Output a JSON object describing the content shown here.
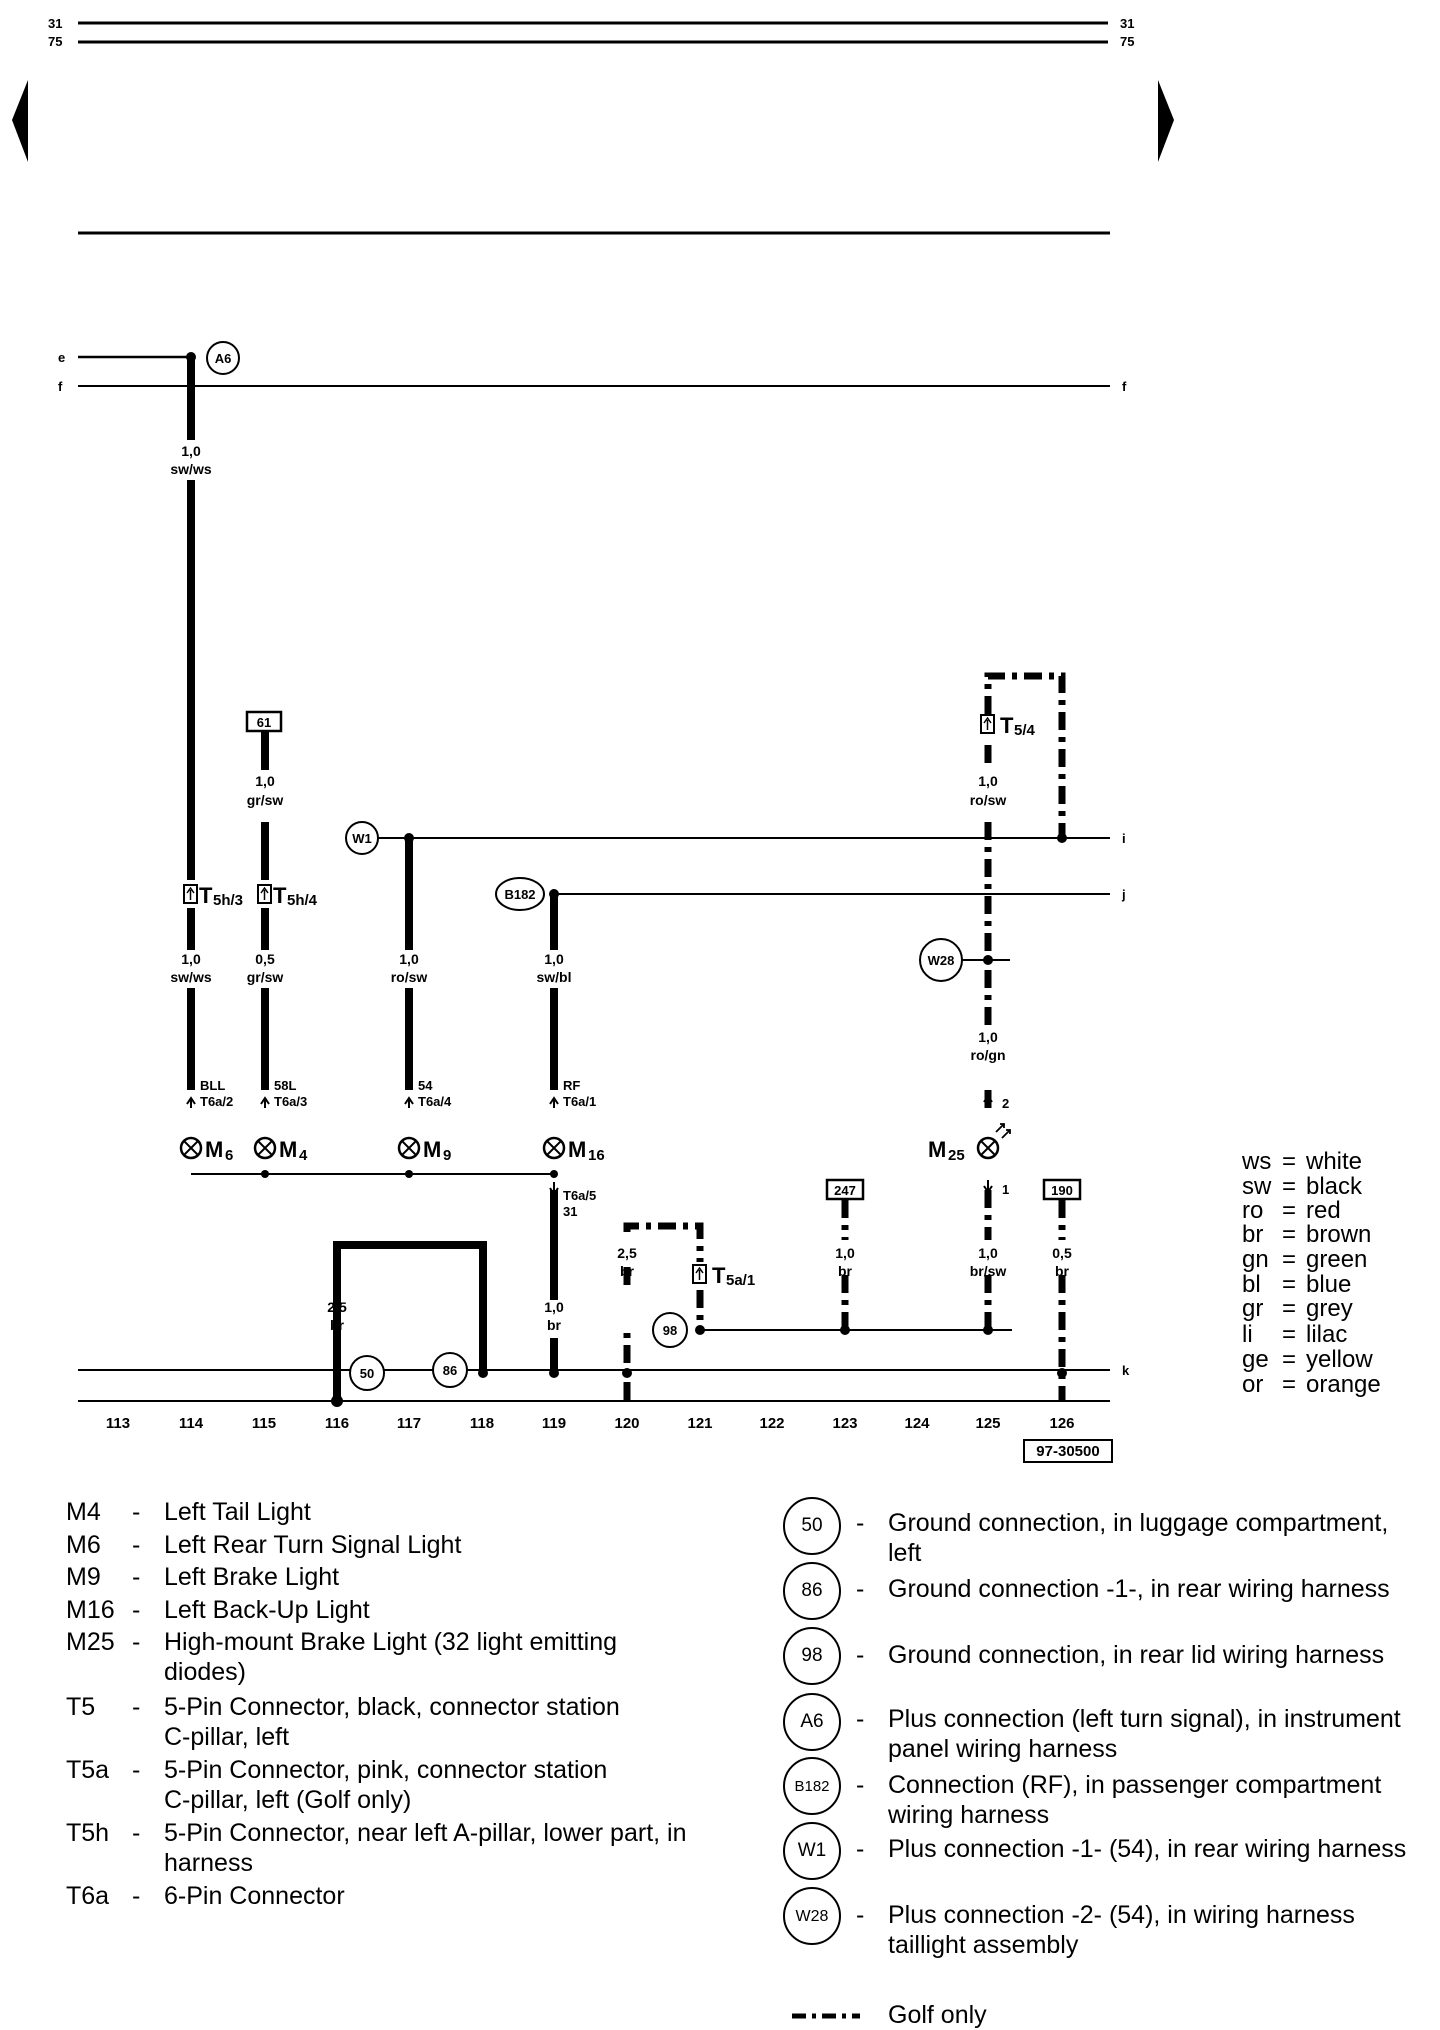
{
  "top_bar": {
    "left_31": "31",
    "left_75": "75",
    "right_31": "31",
    "right_75": "75"
  },
  "buses": {
    "e": "e",
    "f_left": "f",
    "f_right": "f",
    "i": "i",
    "j": "j",
    "k": "k"
  },
  "wires": {
    "w114_top": {
      "size": "1,0",
      "color": "sw/ws"
    },
    "w114": {
      "size": "1,0",
      "color": "sw/ws"
    },
    "w115_top": {
      "size": "1,0",
      "color": "gr/sw"
    },
    "w115": {
      "size": "0,5",
      "color": "gr/sw"
    },
    "w117": {
      "size": "1,0",
      "color": "ro/sw"
    },
    "w119": {
      "size": "1,0",
      "color": "sw/bl"
    },
    "w125_top": {
      "size": "1,0",
      "color": "ro/sw"
    },
    "w125_mid": {
      "size": "1,0",
      "color": "ro/gn"
    },
    "w116": {
      "size": "2,5",
      "color": "br"
    },
    "w119_low": {
      "size": "1,0",
      "color": "br"
    },
    "w120": {
      "size": "2,5",
      "color": "br"
    },
    "w123": {
      "size": "1,0",
      "color": "br"
    },
    "w125_low": {
      "size": "1,0",
      "color": "br/sw"
    },
    "w126": {
      "size": "0,5",
      "color": "br"
    }
  },
  "connectors": {
    "t5h3": {
      "main": "T",
      "sub": "5h/3"
    },
    "t5h4": {
      "main": "T",
      "sub": "5h/4"
    },
    "t54": {
      "main": "T",
      "sub": "5/4"
    },
    "t5a1": {
      "main": "T",
      "sub": "5a/1"
    }
  },
  "pins": {
    "p114": {
      "name": "BLL",
      "pin": "T6a/2"
    },
    "p115": {
      "name": "58L",
      "pin": "T6a/3"
    },
    "p117": {
      "name": "54",
      "pin": "T6a/4"
    },
    "p119": {
      "name": "RF",
      "pin": "T6a/1"
    },
    "p119_low": {
      "name": "T6a/5",
      "pin": "31"
    },
    "m25_pin2": "2",
    "m25_pin1": "1"
  },
  "components": {
    "m6": {
      "main": "M",
      "sub": "6"
    },
    "m4": {
      "main": "M",
      "sub": "4"
    },
    "m9": {
      "main": "M",
      "sub": "9"
    },
    "m16": {
      "main": "M",
      "sub": "16"
    },
    "m25": {
      "main": "M",
      "sub": "25"
    }
  },
  "boxed_refs": {
    "r61": "61",
    "r247": "247",
    "r190": "190"
  },
  "circled_refs": {
    "a6": "A6",
    "w1": "W1",
    "b182": "B182",
    "w28": "W28",
    "g98": "98",
    "g50": "50",
    "g86": "86"
  },
  "column_numbers": [
    "113",
    "114",
    "115",
    "116",
    "117",
    "118",
    "119",
    "120",
    "121",
    "122",
    "123",
    "124",
    "125",
    "126"
  ],
  "diagram_id": "97-30500",
  "color_key": [
    {
      "abbr": "ws",
      "name": "white"
    },
    {
      "abbr": "sw",
      "name": "black"
    },
    {
      "abbr": "ro",
      "name": "red"
    },
    {
      "abbr": "br",
      "name": "brown"
    },
    {
      "abbr": "gn",
      "name": "green"
    },
    {
      "abbr": "bl",
      "name": "blue"
    },
    {
      "abbr": "gr",
      "name": "grey"
    },
    {
      "abbr": "li",
      "name": "lilac"
    },
    {
      "abbr": "ge",
      "name": "yellow"
    },
    {
      "abbr": "or",
      "name": "orange"
    }
  ],
  "legend_left": [
    {
      "code": "M4",
      "desc": "Left Tail Light"
    },
    {
      "code": "M6",
      "desc": "Left Rear Turn Signal Light"
    },
    {
      "code": "M9",
      "desc": "Left Brake Light"
    },
    {
      "code": "M16",
      "desc": "Left Back-Up Light"
    },
    {
      "code": "M25",
      "desc": "High-mount Brake Light (32 light emitting",
      "desc2": "diodes)"
    },
    {
      "code": "T5",
      "desc": "5-Pin Connector, black, connector station",
      "desc2": "C-pillar, left"
    },
    {
      "code": "T5a",
      "desc": "5-Pin Connector, pink, connector station",
      "desc2": "C-pillar, left (Golf only)"
    },
    {
      "code": "T5h",
      "desc": "5-Pin Connector, near left A-pillar, lower part, in",
      "desc2": "harness"
    },
    {
      "code": "T6a",
      "desc": "6-Pin Connector"
    }
  ],
  "legend_right": [
    {
      "code": "50",
      "desc": "Ground connection, in luggage compartment,",
      "desc2": "left"
    },
    {
      "code": "86",
      "desc": "Ground connection -1-, in rear wiring harness"
    },
    {
      "code": "98",
      "desc": "Ground connection, in rear lid wiring harness"
    },
    {
      "code": "A6",
      "desc": "Plus connection (left turn signal), in instrument",
      "desc2": "panel wiring harness"
    },
    {
      "code": "B182",
      "desc": "Connection (RF), in passenger compartment",
      "desc2": "wiring harness"
    },
    {
      "code": "W1",
      "desc": "Plus connection -1- (54), in rear wiring harness"
    },
    {
      "code": "W28",
      "desc": "Plus connection -2- (54), in wiring harness",
      "desc2": "taillight assembly"
    }
  ],
  "dash": "-",
  "golf_only": "Golf only"
}
